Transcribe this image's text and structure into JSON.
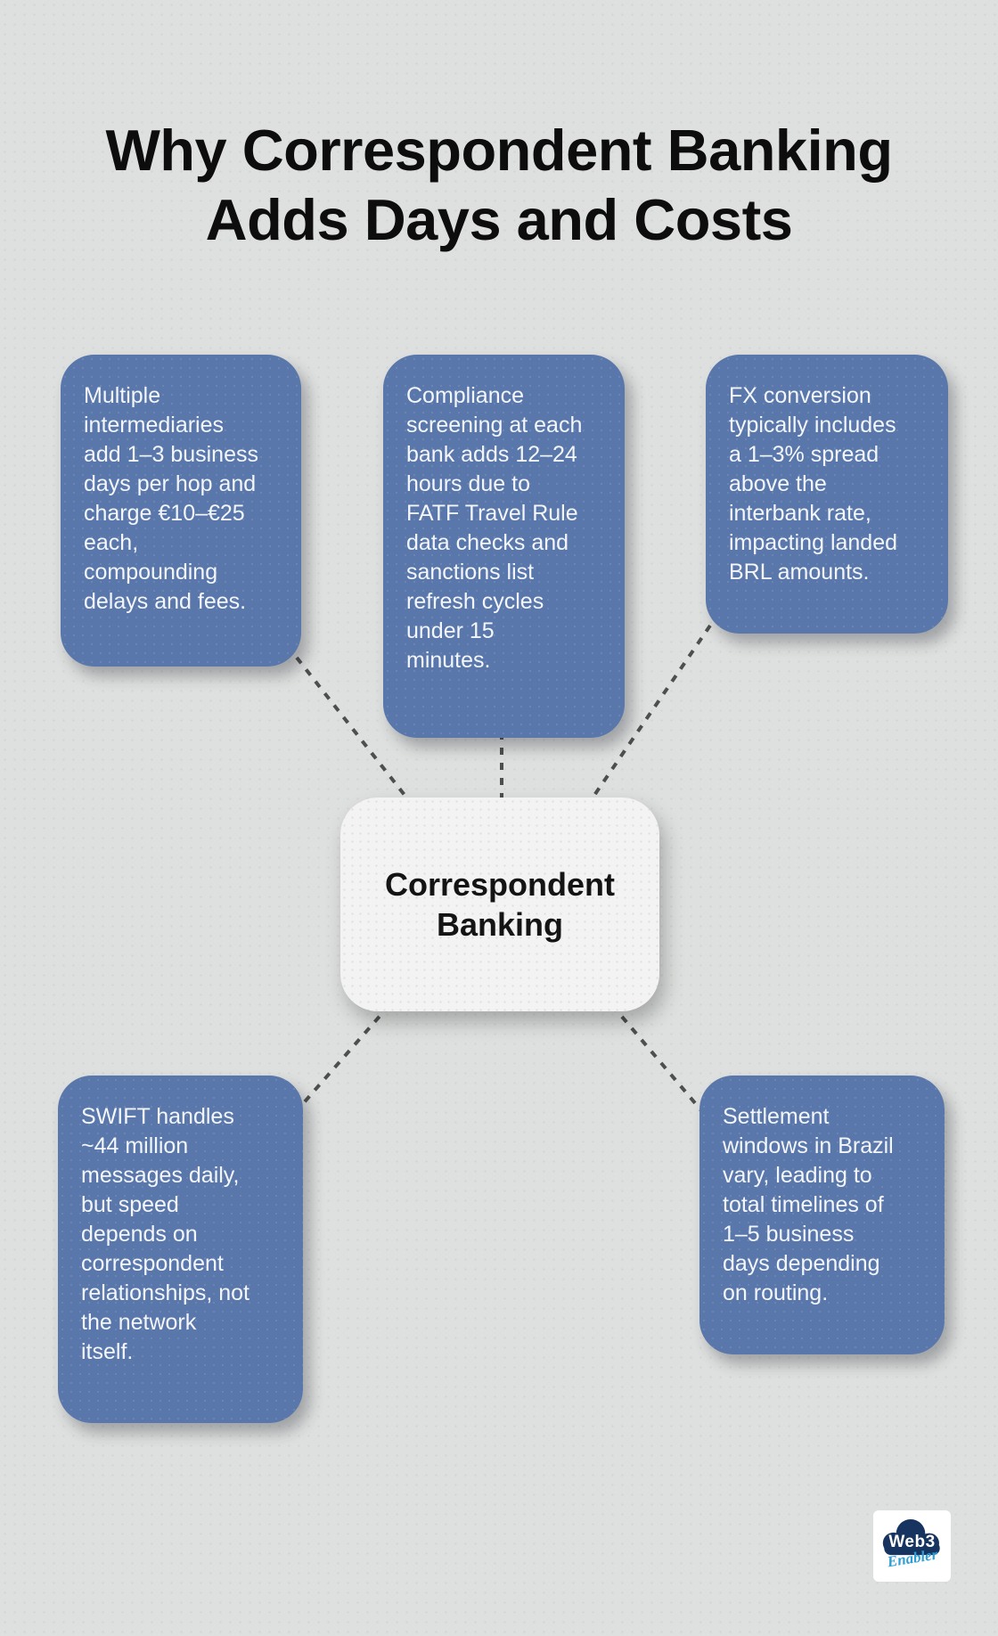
{
  "title": {
    "line1": "Why Correspondent Banking",
    "line2": "Adds Days and Costs"
  },
  "center_node": {
    "label": "Correspondent Banking"
  },
  "cause_nodes": [
    {
      "name": "intermediaries",
      "text": "Multiple\nintermediaries\nadd 1–3 business\ndays per hop and\ncharge €10–€25\neach,\ncompounding\ndelays and fees."
    },
    {
      "name": "compliance",
      "text": "Compliance\nscreening at each\nbank adds 12–24\nhours due to\nFATF Travel Rule\ndata checks and\nsanctions list\nrefresh cycles\nunder 15\nminutes."
    },
    {
      "name": "fx",
      "text": "FX conversion\ntypically includes\na 1–3% spread\nabove the\ninterbank rate,\nimpacting landed\nBRL amounts."
    },
    {
      "name": "swift",
      "text": "SWIFT handles\n~44 million\nmessages daily,\nbut speed\ndepends on\ncorrespondent\nrelationships, not\nthe network\nitself."
    },
    {
      "name": "settlement",
      "text": "Settlement\nwindows in Brazil\nvary, leading to\ntotal timelines of\n1–5 business\ndays depending\non routing."
    }
  ],
  "logo": {
    "brand": "Web3",
    "sub": "Enabler"
  },
  "colors": {
    "background": "#dee0df",
    "node_blue": "#5a77ab",
    "center_bg": "#f2f3f2",
    "dash_gray": "#4d4f4e",
    "text_light": "#f3f6fa",
    "text_dark": "#141414",
    "logo_navy": "#16345f",
    "logo_blue": "#2e9ed6"
  }
}
